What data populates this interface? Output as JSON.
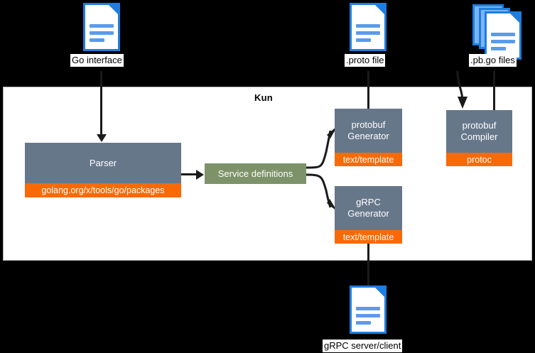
{
  "diagram": {
    "panel_title": "Kun",
    "colors": {
      "background": "#000000",
      "panel": "#ffffff",
      "process_box": "#67778a",
      "data_box": "#7d9269",
      "tag": "#f96a07",
      "doc_accent": "#1f7de0",
      "connector": "#1a1a1a"
    },
    "artifacts": [
      {
        "id": "go-interface",
        "label": "Go interface",
        "icon": "document-icon"
      },
      {
        "id": "proto-file",
        "label": ".proto file",
        "icon": "document-icon"
      },
      {
        "id": "pb-go-files",
        "label": ".pb.go files",
        "icon": "multiple-documents-icon"
      },
      {
        "id": "grpc-server-client",
        "label": "gRPC server/client",
        "icon": "document-icon"
      }
    ],
    "nodes": [
      {
        "id": "parser",
        "label": "Parser",
        "tag": "golang.org/x/tools/go/packages",
        "kind": "process"
      },
      {
        "id": "service-definitions",
        "label": "Service definitions",
        "tag": "",
        "kind": "data"
      },
      {
        "id": "protobuf-generator",
        "label_line1": "protobuf",
        "label_line2": "Generator",
        "tag": "text/template",
        "kind": "process"
      },
      {
        "id": "grpc-generator",
        "label_line1": "gRPC",
        "label_line2": "Generator",
        "tag": "text/template",
        "kind": "process"
      },
      {
        "id": "protobuf-compiler",
        "label_line1": "protobuf",
        "label_line2": "Compiler",
        "tag": "protoc",
        "kind": "process"
      }
    ],
    "edges": [
      {
        "from": "go-interface",
        "to": "parser",
        "arrow": true
      },
      {
        "from": "parser",
        "to": "service-definitions",
        "arrow": true
      },
      {
        "from": "service-definitions",
        "to": "protobuf-generator",
        "arrow": true
      },
      {
        "from": "service-definitions",
        "to": "grpc-generator",
        "arrow": true
      },
      {
        "from": "protobuf-generator",
        "to": "proto-file",
        "arrow": false
      },
      {
        "from": "proto-file",
        "to": "protobuf-compiler",
        "arrow": true
      },
      {
        "from": "protobuf-compiler",
        "to": "pb-go-files",
        "arrow": false
      },
      {
        "from": "grpc-generator",
        "to": "grpc-server-client",
        "arrow": false
      }
    ]
  }
}
